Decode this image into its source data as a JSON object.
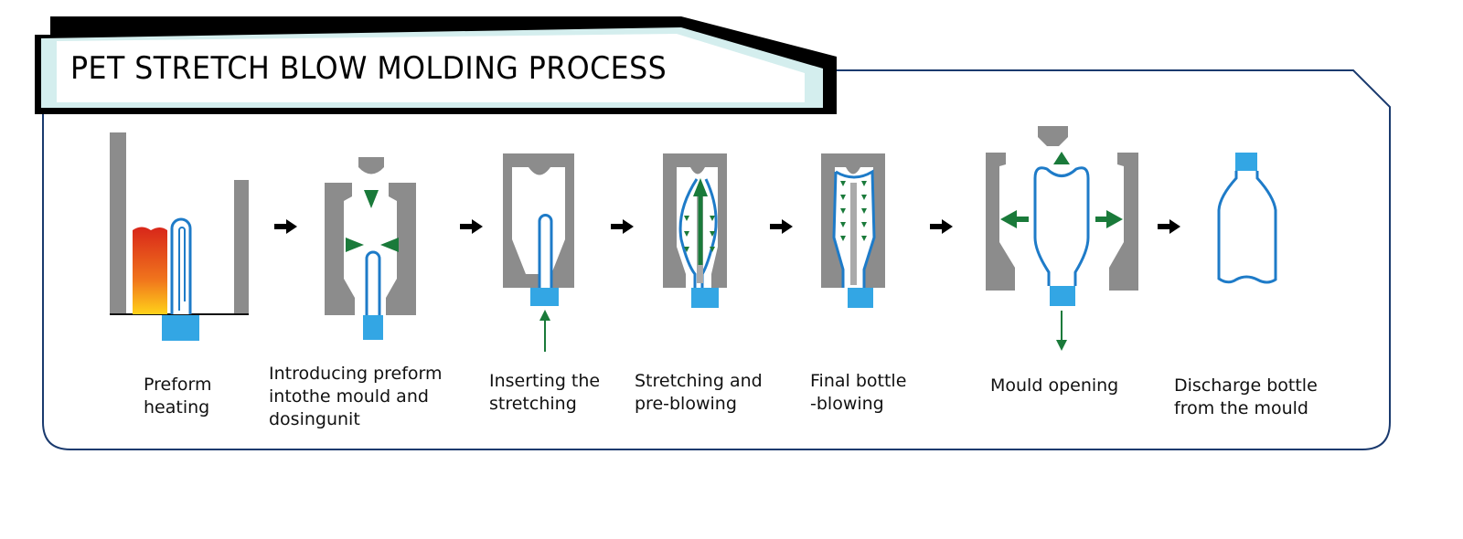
{
  "title": "PET STRETCH BLOW MOLDING PROCESS",
  "colors": {
    "frame": "#1a3a6e",
    "mould": "#8c8c8c",
    "preform": "#1e7bc8",
    "neck": "#33a6e4",
    "arrow_green": "#1a7a3a"
  },
  "steps": [
    {
      "lines": [
        "Preform",
        "heating"
      ]
    },
    {
      "lines": [
        "Introducing preform",
        "intothe mould and",
        "dosingunit"
      ]
    },
    {
      "lines": [
        "Inserting the",
        "stretching"
      ]
    },
    {
      "lines": [
        "Stretching and",
        "pre-blowing"
      ]
    },
    {
      "lines": [
        "Final bottle",
        "-blowing"
      ]
    },
    {
      "lines": [
        "Mould opening"
      ]
    },
    {
      "lines": [
        "Discharge bottle",
        "from the mould"
      ]
    }
  ]
}
